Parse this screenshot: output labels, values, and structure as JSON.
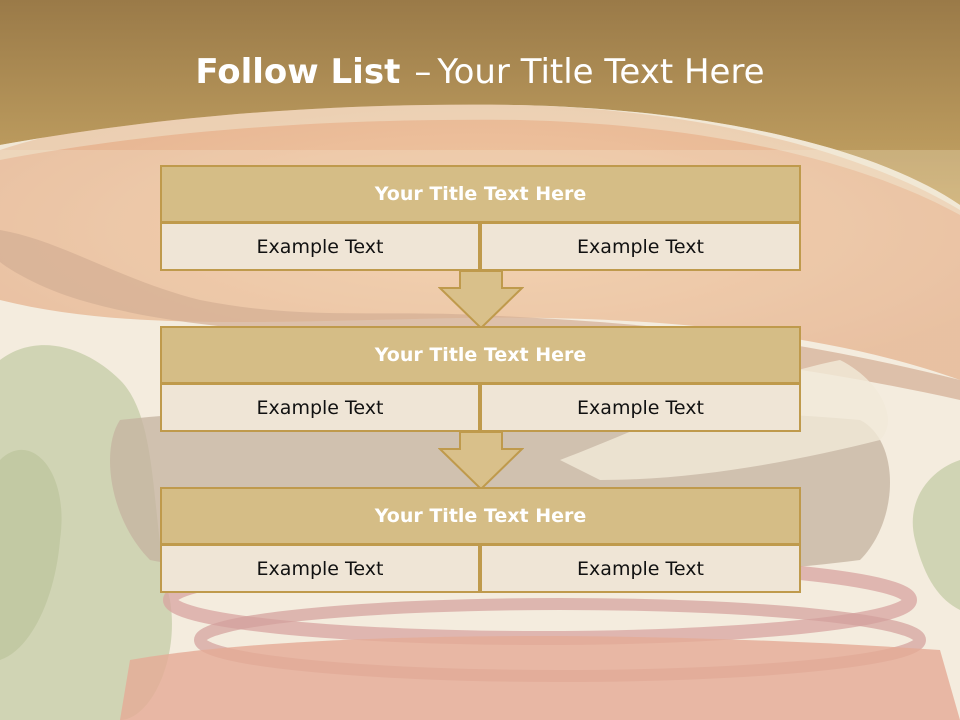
{
  "slide": {
    "title_bold": "Follow List",
    "title_separator": "–",
    "title_rest": "Your Title Text Here"
  },
  "steps": [
    {
      "title": "Your Title Text Here",
      "left_text": "Example Text",
      "right_text": "Example Text"
    },
    {
      "title": "Your Title Text Here",
      "left_text": "Example Text",
      "right_text": "Example Text"
    },
    {
      "title": "Your Title Text Here",
      "left_text": "Example Text",
      "right_text": "Example Text"
    }
  ],
  "colors": {
    "header_band": "#b1905a",
    "box_header": "#d5bd86",
    "box_cell": "#efe5d6",
    "border": "#bf9a4c",
    "arrow": "#d9c08a"
  },
  "background_image": "burger-photo"
}
